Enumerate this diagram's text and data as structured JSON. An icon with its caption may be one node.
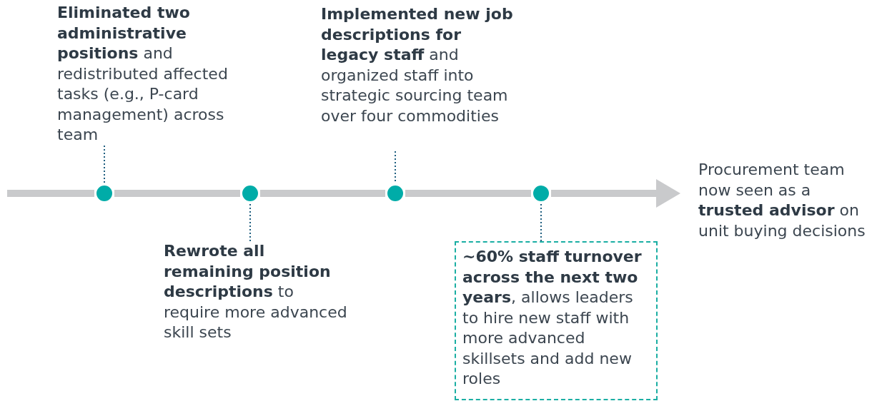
{
  "diagram": {
    "nodes": [
      {
        "text": [
          "**Eliminated two administrative positions** and redistributed affected tasks (e.g., P-card management) across team"
        ]
      },
      {
        "text": [],
        "shape": "circle"
      },
      {
        "text": [],
        "shape": "circle"
      },
      {
        "text": [
          "**Rewrote all remaining position descriptions** to require more advanced skill sets"
        ]
      },
      {
        "text": [
          "**Implemented new job descriptions for legacy staff** and organized staff into strategic sourcing team over four commodities"
        ]
      },
      {
        "text": [],
        "shape": "circle"
      },
      {
        "text": [],
        "shape": "circle"
      },
      {
        "text": [
          "**~60% staff turnover across the next two years**, allows leaders to hire new staff with more advanced skillsets and add new roles"
        ]
      },
      {
        "text": [
          "Procurement team now seen as a **trusted advisor** on unit buying decisions"
        ]
      }
    ],
    "edges": [
      {
        "from": null,
        "to": 1,
        "arrow": "none"
      },
      {
        "from": 1,
        "to": 2,
        "arrow": "none"
      },
      {
        "from": 2,
        "to": 5,
        "arrow": "none"
      },
      {
        "from": 5,
        "to": 6,
        "arrow": "none"
      },
      {
        "from": 6,
        "to": 8,
        "arrow": "to"
      },
      {
        "from": 0,
        "to": 1,
        "arrow": "none",
        "style": "dashed",
        "color": "#1f5f80"
      },
      {
        "from": 3,
        "to": 2,
        "arrow": "none",
        "style": "dashed",
        "color": "#1f5f80"
      },
      {
        "from": 4,
        "to": 5,
        "arrow": "none",
        "style": "dashed",
        "color": "#1f5f80"
      },
      {
        "from": 7,
        "to": 6,
        "arrow": "none",
        "style": "dashed",
        "color": "#1f5f80"
      }
    ]
  }
}
